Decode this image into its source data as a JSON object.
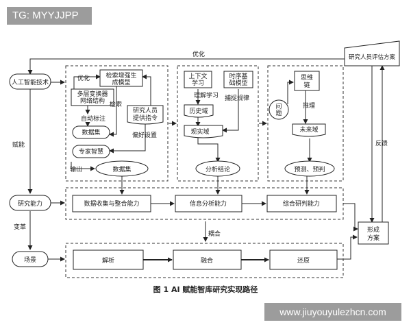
{
  "watermarks": {
    "top_left": "TG: MYYJJPP",
    "bottom_right": "www.jiuyouyulezhcn.com"
  },
  "caption": "图 1   AI 赋能智库研究实现路径",
  "left_column": {
    "ai_tech": "人工智能技术",
    "empower": "赋能",
    "research_ability": "研究能力",
    "reform": "变革",
    "scene": "场景"
  },
  "right_column": {
    "evaluator": "研究人员评估方案",
    "feedback": "反馈",
    "form_plan": [
      "形成",
      "方案"
    ]
  },
  "top_flow": {
    "optimize_top": "优化"
  },
  "panel1": {
    "optimize": "优化",
    "retrieval_model": [
      "检索增强生",
      "成模型"
    ],
    "transformer": [
      "多层变换器",
      "网络结构"
    ],
    "auto_label": "自动标注",
    "dataset_small": "数据集",
    "expert_wisdom": "专家智慧",
    "retrieve": "检索",
    "researcher_instr": [
      "研究人员",
      "提供指令"
    ],
    "preference": "偏好设置",
    "output": "输出",
    "dataset_main": "数据集"
  },
  "panel2": {
    "context_learning": [
      "上下文",
      "学习"
    ],
    "time_series": [
      "时序基",
      "础模型"
    ],
    "understand": "理解学习",
    "capture": "捕捉规律",
    "history_domain": "历史域",
    "reality_domain": "现实域",
    "conclusion": "分析结论"
  },
  "panel3": {
    "thinking_chain": [
      "思维",
      "链"
    ],
    "question": [
      "问",
      "题"
    ],
    "reasoning": "推理",
    "future_domain": "未来域",
    "forecast": "预测、预判"
  },
  "abilities": {
    "collect": "数据收集与整合能力",
    "analyze": "信息分析能力",
    "judge": "综合研判能力"
  },
  "coupling": "耦合",
  "scenes": {
    "parse": "解析",
    "fuse": "融合",
    "restore": "还原"
  }
}
